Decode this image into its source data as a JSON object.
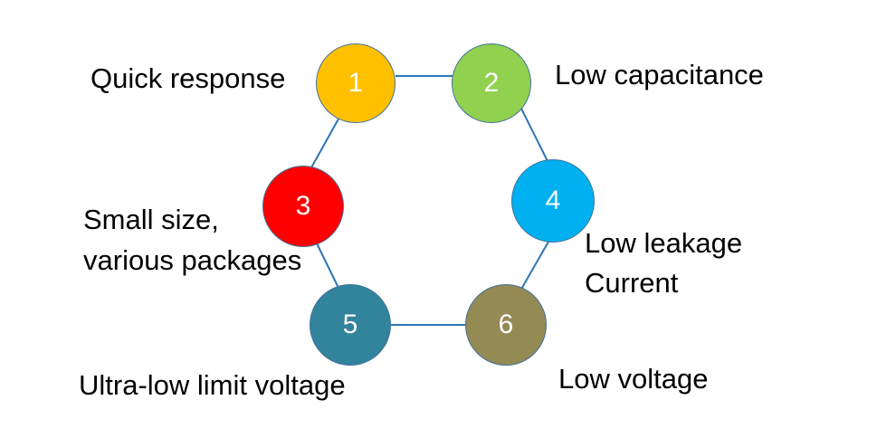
{
  "nodes": [
    {
      "number": "1",
      "label": "Quick response",
      "color": "#ffc000"
    },
    {
      "number": "2",
      "label": "Low capacitance",
      "color": "#92d050"
    },
    {
      "number": "3",
      "label_line1": "Small size,",
      "label_line2": "various packages",
      "color": "#ff0000"
    },
    {
      "number": "4",
      "label_line1": "Low leakage",
      "label_line2": "Current",
      "color": "#00b0f0"
    },
    {
      "number": "5",
      "label": "Ultra-low limit voltage",
      "color": "#31849b"
    },
    {
      "number": "6",
      "label": "Low voltage",
      "color": "#948a54"
    }
  ],
  "link_color": "#2e75b6"
}
